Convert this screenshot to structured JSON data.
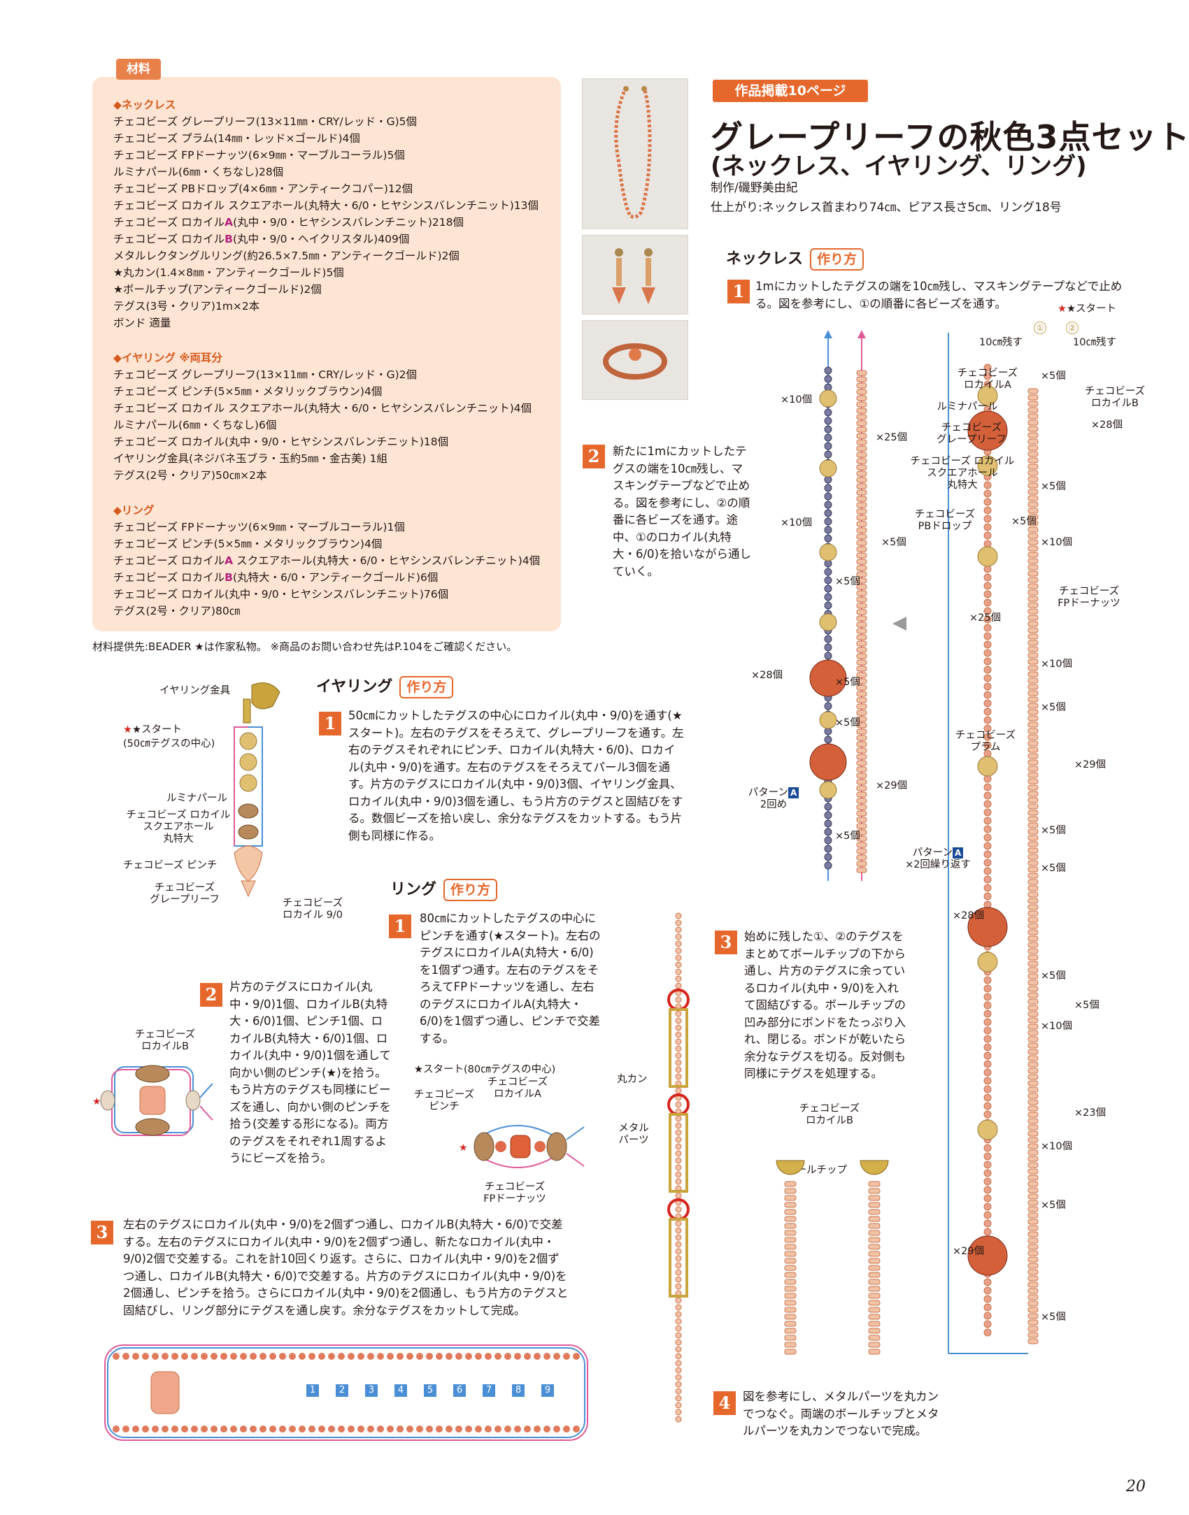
{
  "materials": {
    "tab": "材料",
    "necklace_heading": "◆ネックレス",
    "necklace": [
      "チェコビーズ グレープリーフ(13×11㎜・CRY/レッド・G)5個",
      "チェコビーズ プラム(14㎜・レッド×ゴールド)4個",
      "チェコビーズ FPドーナッツ(6×9㎜・マーブルコーラル)5個",
      "ルミナパール(6㎜・くちなし)28個",
      "チェコビーズ PBドロップ(4×6㎜・アンティークコパー)12個",
      "チェコビーズ ロカイル スクエアホール(丸特大・6/0・ヒヤシンスバレンチニット)13個"
    ],
    "necklace_A_pre": "チェコビーズ ロカイル",
    "necklace_A_mark": "A",
    "necklace_A_post": "(丸中・9/0・ヒヤシンスバレンチニット)218個",
    "necklace_B_pre": "チェコビーズ ロカイル",
    "necklace_B_mark": "B",
    "necklace_B_post": "(丸中・9/0・ヘイクリスタル)409個",
    "necklace2": [
      "メタルレクタングルリング(約26.5×7.5㎜・アンティークゴールド)2個",
      "★丸カン(1.4×8㎜・アンティークゴールド)5個",
      "★ボールチップ(アンティークゴールド)2個",
      "テグス(3号・クリア)1m×2本",
      "ボンド 適量"
    ],
    "earring_heading": "◆イヤリング ※両耳分",
    "earring": [
      "チェコビーズ グレープリーフ(13×11㎜・CRY/レッド・G)2個",
      "チェコビーズ ピンチ(5×5㎜・メタリックブラウン)4個",
      "チェコビーズ ロカイル スクエアホール(丸特大・6/0・ヒヤシンスバレンチニット)4個",
      "ルミナパール(6㎜・くちなし)6個",
      "チェコビーズ ロカイル(丸中・9/0・ヒヤシンスバレンチニット)18個",
      "イヤリング金具(ネジバネ玉ブラ・玉約5㎜・金古美) 1組",
      "テグス(2号・クリア)50㎝×2本"
    ],
    "ring_heading": "◆リング",
    "ring1": [
      "チェコビーズ FPドーナッツ(6×9㎜・マーブルコーラル)1個",
      "チェコビーズ ピンチ(5×5㎜・メタリックブラウン)4個"
    ],
    "ring_A_pre": "チェコビーズ ロカイル",
    "ring_A_mark": "A",
    "ring_A_post": " スクエアホール(丸特大・6/0・ヒヤシンスバレンチニット)4個",
    "ring_B_pre": "チェコビーズ ロカイル",
    "ring_B_mark": "B",
    "ring_B_post": "(丸特大・6/0・アンティークゴールド)6個",
    "ring2": [
      "チェコビーズ ロカイル(丸中・9/0・ヒヤシンスバレンチニット)76個",
      "テグス(2号・クリア)80㎝"
    ]
  },
  "credit": "材料提供先:BEADER ★は作家私物。 ※商品のお問い合わせ先はP.104をご確認ください。",
  "badge": "作品掲載10ページ",
  "title": "グレープリーフの秋色3点セット",
  "subtitle": "(ネックレス、イヤリング、リング)",
  "author": "制作/磯野美由紀",
  "finish": "仕上がり:ネックレス首まわり74㎝、ピアス長さ5㎝、リング18号",
  "howto_label": "作り方",
  "necklace": {
    "heading": "ネックレス",
    "step1": "1mにカットしたテグスの端を10㎝残し、マスキングテープなどで止める。図を参考にし、①の順番に各ビーズを通す。",
    "step2": "新たに1mにカットしたテグスの端を10㎝残し、マスキングテープなどで止める。図を参考にし、②の順番に各ビーズを通す。途中、①のロカイル(丸特大・6/0)を拾いながら通していく。",
    "step3": "始めに残した①、②のテグスをまとめてボールチップの下から通し、片方のテグスに余っているロカイル(丸中・9/0)を入れて固結びする。ボールチップの凹み部分にボンドをたっぷり入れ、閉じる。ボンドが乾いたら余分なテグスを切る。反対側も同様にテグスを処理する。",
    "step4": "図を参考にし、メタルパーツを丸カンでつなぐ。両端のボールチップとメタルパーツを丸カンでつないで完成。"
  },
  "earring": {
    "heading": "イヤリング",
    "step1": "50㎝にカットしたテグスの中心にロカイル(丸中・9/0)を通す(★スタート)。左右のテグスをそろえて、グレープリーフを通す。左右のテグスそれぞれにピンチ、ロカイル(丸特大・6/0)、ロカイル(丸中・9/0)を通す。左右のテグスをそろえてパール3個を通す。片方のテグスにロカイル(丸中・9/0)3個、イヤリング金具、ロカイル(丸中・9/0)3個を通し、もう片方のテグスと固結びをする。数個ビーズを拾い戻し、余分なテグスをカットする。もう片側も同様に作る。"
  },
  "ring": {
    "heading": "リング",
    "step1": "80㎝にカットしたテグスの中心にピンチを通す(★スタート)。左右のテグスにロカイルA(丸特大・6/0)を1個ずつ通す。左右のテグスをそろえてFPドーナッツを通し、左右のテグスにロカイルA(丸特大・6/0)を1個ずつ通し、ピンチで交差する。",
    "step2": "片方のテグスにロカイル(丸中・9/0)1個、ロカイルB(丸特大・6/0)1個、ピンチ1個、ロカイルB(丸特大・6/0)1個、ロカイル(丸中・9/0)1個を通して向かい側のピンチ(★)を拾う。もう片方のテグスも同様にビーズを通し、向かい側のピンチを拾う(交差する形になる)。両方のテグスをそれぞれ1周するようにビーズを拾う。",
    "step3": "左右のテグスにロカイル(丸中・9/0)を2個ずつ通し、ロカイルB(丸特大・6/0)で交差する。左右のテグスにロカイル(丸中・9/0)を2個ずつ通し、新たなロカイル(丸中・9/0)2個で交差する。これを計10回くり返す。さらに、ロカイル(丸中・9/0)を2個ずつ通し、ロカイルB(丸特大・6/0)で交差する。片方のテグスにロカイル(丸中・9/0)を2個通し、ピンチを拾う。さらにロカイル(丸中・9/0)を2個通し、もう片方のテグスと固結びし、リング部分にテグスを通し戻す。余分なテグスをカットして完成。"
  },
  "labels": {
    "earring_fitting": "イヤリング金具",
    "start50": "★スタート",
    "start50_sub": "(50㎝テグスの中心)",
    "luminapearl": "ルミナパール",
    "czech_rocaille_sq": "チェコビーズ ロカイル",
    "sq_hole": "スクエアホール",
    "maru_tokudai": "丸特大",
    "czech_pinch": "チェコビーズ ピンチ",
    "czech_beads": "チェコビーズ",
    "grapeleaf": "グレープリーフ",
    "rocaille_9": "ロカイル 9/0",
    "rocaille_B": "ロカイルB",
    "rocaille_A": "ロカイルA",
    "start80": "★スタート(80㎝テグスの中心)",
    "pinch": "ピンチ",
    "fp_donut": "FPドーナッツ",
    "marukan": "丸カン",
    "metal_parts": "メタル\nパーツ",
    "ball_chip": "ボールチップ",
    "x10": "×10個",
    "x25": "×25個",
    "x5": "×5個",
    "x28": "×28個",
    "x29": "×29個",
    "x23": "×23個",
    "pattern": "パターン",
    "pattern_mark": "A",
    "second": "2回め",
    "repeat2": "×2回繰り返す",
    "leave10": "10㎝残す",
    "c1": "①",
    "c2": "②",
    "czech_PB": "PBドロップ",
    "czech_plum": "プラム",
    "ring_nums": [
      "1",
      "2",
      "3",
      "4",
      "5",
      "6",
      "7",
      "8",
      "9"
    ]
  },
  "page_number": "20",
  "colors": {
    "accent": "#e6672b",
    "box": "#fde4d3",
    "magenta": "#b5227f",
    "blue": "#1a4a96"
  }
}
